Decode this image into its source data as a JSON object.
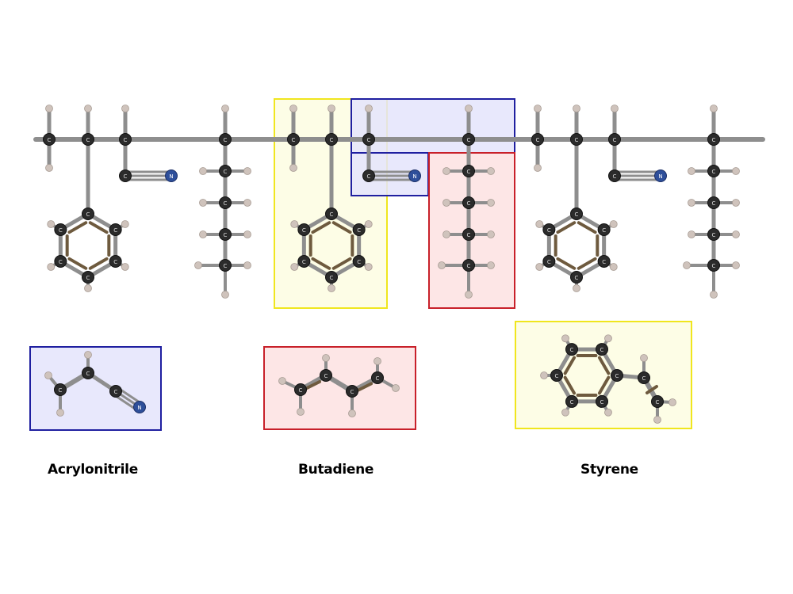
{
  "atom_labels": {
    "carbon": "C",
    "nitrogen": "N"
  },
  "captions": {
    "acrylonitrile": "Acrylonitrile",
    "butadiene": "Butadiene",
    "styrene": "Styrene"
  },
  "colors": {
    "background": "#ffffff",
    "bond": "#8e8e8e",
    "carbon_atom": "#2b2b2b",
    "hydrogen_atom": "#cfc3bc",
    "nitrogen_atom": "#2e4f9a",
    "aromatic_bond": "#6e5a3e",
    "acrylonitrile_box_stroke": "#1f1fa0",
    "acrylonitrile_box_fill": "#e4e4fb",
    "butadiene_box_stroke": "#c8202a",
    "butadiene_box_fill": "#fde2e2",
    "styrene_box_stroke": "#f0e61e",
    "styrene_box_fill": "#fdfde2"
  }
}
